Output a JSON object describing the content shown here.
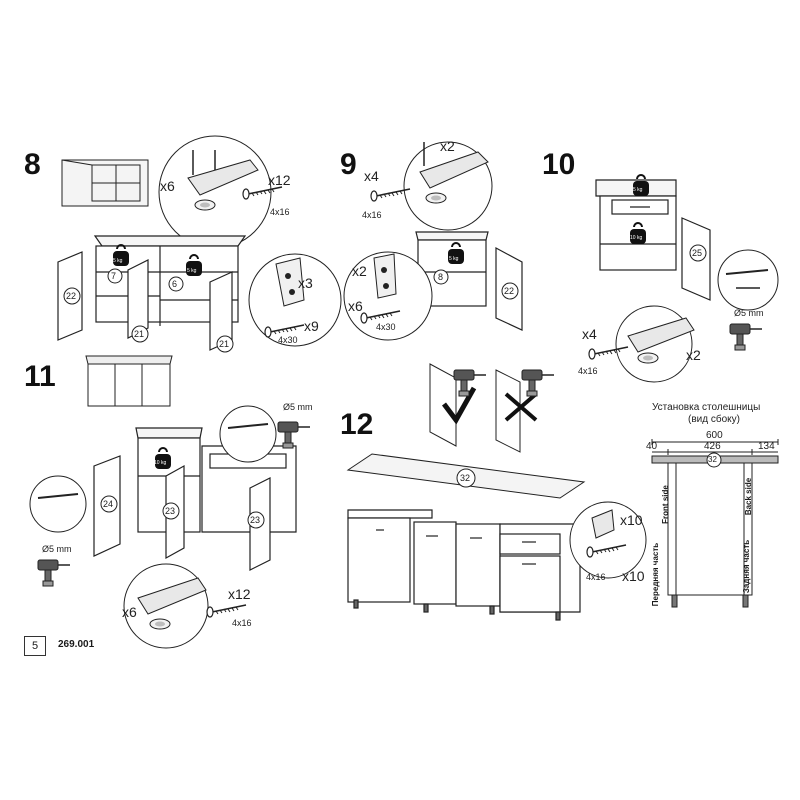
{
  "page_number": "5",
  "product_code": "269.001",
  "steps": {
    "s8": {
      "number": "8",
      "hinge_qty": "x6",
      "screw_qty": "x12",
      "screw_size": "4x16",
      "plate_qty": "x3",
      "plate_screw_qty": "x9",
      "plate_screw_size": "4x30",
      "parts": {
        "p7": "7",
        "p6": "6",
        "p22": "22",
        "p21a": "21",
        "p21b": "21"
      },
      "weights": {
        "w1": "5 kg",
        "w2": "5 kg"
      }
    },
    "s9": {
      "number": "9",
      "hinge_qty": "x2",
      "screw_qty": "x4",
      "screw_size": "4x16",
      "plate_qty": "x2",
      "plate_screw_qty": "x6",
      "plate_screw_size": "4x30",
      "parts": {
        "p8": "8",
        "p22": "22"
      },
      "weight": "5 kg"
    },
    "s10": {
      "number": "10",
      "drill_size": "Ø5 mm",
      "screw_qty": "x4",
      "screw_size": "4x16",
      "hinge_qty": "x2",
      "parts": {
        "p25": "25"
      },
      "weights": {
        "w1": "5 kg",
        "w2": "10 kg"
      }
    },
    "s11": {
      "number": "11",
      "drill_size_top": "Ø5 mm",
      "drill_size_left": "Ø5 mm",
      "hinge_qty": "x6",
      "screw_qty": "x12",
      "screw_size": "4x16",
      "parts": {
        "p24": "24",
        "p23a": "23",
        "p23b": "23"
      },
      "weight": "10 kg"
    },
    "s12": {
      "number": "12",
      "bracket_qty": "x10",
      "screw_qty": "x10",
      "screw_size": "4x16",
      "parts": {
        "p32": "32"
      }
    },
    "countertop": {
      "title_line1": "Установка столешницы",
      "title_line2": "(вид сбоку)",
      "dim_total": "600",
      "dim_left": "40",
      "dim_mid": "426",
      "dim_right": "134",
      "part": "32",
      "front_side": "Front side",
      "front_side_ru": "Передняя часть",
      "back_side": "Back side",
      "back_side_ru": "Задняя часть"
    }
  }
}
